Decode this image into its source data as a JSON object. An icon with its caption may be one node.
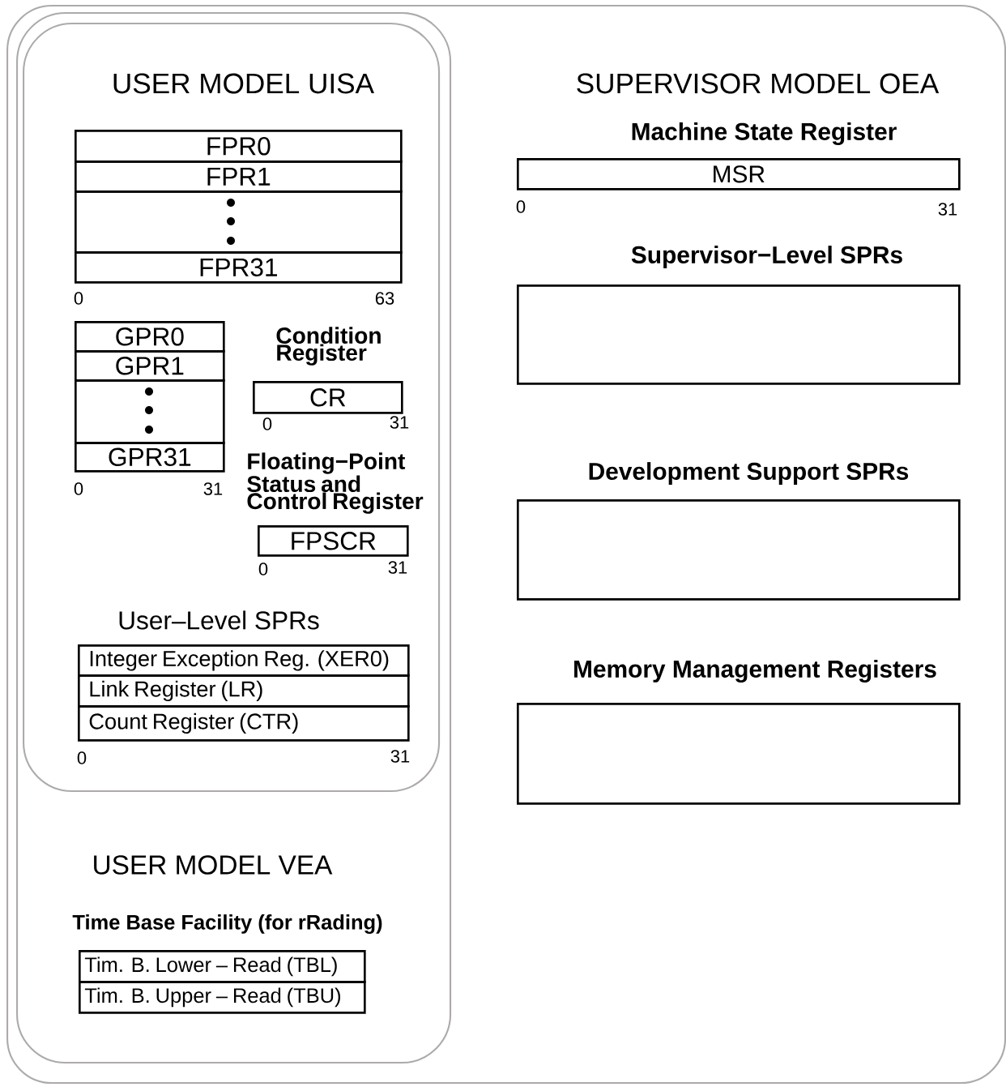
{
  "diagram": {
    "nodes": [
      {
        "text": [
          "SUPERVISOR MODEL OEA"
        ]
      },
      {
        "text": [
          "USER MODEL VEA"
        ],
        "in": 0
      },
      {
        "text": [
          "USER MODEL UISA"
        ],
        "in": 1
      },
      {
        "text": [
          "FPR0"
        ],
        "in": 2
      },
      {
        "text": [
          "FPR1"
        ],
        "in": 2
      },
      {
        "text": [],
        "shape": "box",
        "in": 2
      },
      {
        "text": [
          "FPR31"
        ],
        "in": 2
      },
      {
        "text": [
          "GPR0"
        ],
        "in": 2
      },
      {
        "text": [
          "GPR1"
        ],
        "in": 2
      },
      {
        "text": [],
        "shape": "box",
        "in": 2
      },
      {
        "text": [
          "GPR31"
        ],
        "in": 2
      },
      {
        "text": [
          "Condition Register",
          "CR"
        ],
        "in": 2
      },
      {
        "text": [
          "Floating−Point Status and Control Register",
          "FPSCR"
        ],
        "in": 2
      },
      {
        "text": [
          "Integer Exception Reg. (XER0)"
        ],
        "in": 2
      },
      {
        "text": [
          "Link Register (LR)"
        ],
        "in": 2
      },
      {
        "text": [
          "Count Register (CTR)"
        ],
        "in": 2
      },
      {
        "text": [
          "Tim. B. Lower – Read (TBL)"
        ],
        "in": 1
      },
      {
        "text": [
          "Tim. B. Upper – Read (TBU)"
        ],
        "in": 1
      },
      {
        "text": [
          "Machine State Register",
          "MSR"
        ],
        "in": 0
      },
      {
        "text": [
          "Supervisor−Level SPRs"
        ],
        "in": 0
      },
      {
        "text": [
          "Development Support SPRs"
        ],
        "in": 0
      },
      {
        "text": [
          "Memory Management Registers"
        ],
        "in": 0
      }
    ],
    "labels": [
      "0",
      "63",
      "0",
      "31",
      "0",
      "31",
      "0",
      "31",
      "User–Level SPRs",
      "0",
      "31",
      "Time Base Facility (for rRading)",
      "0",
      "31"
    ]
  }
}
